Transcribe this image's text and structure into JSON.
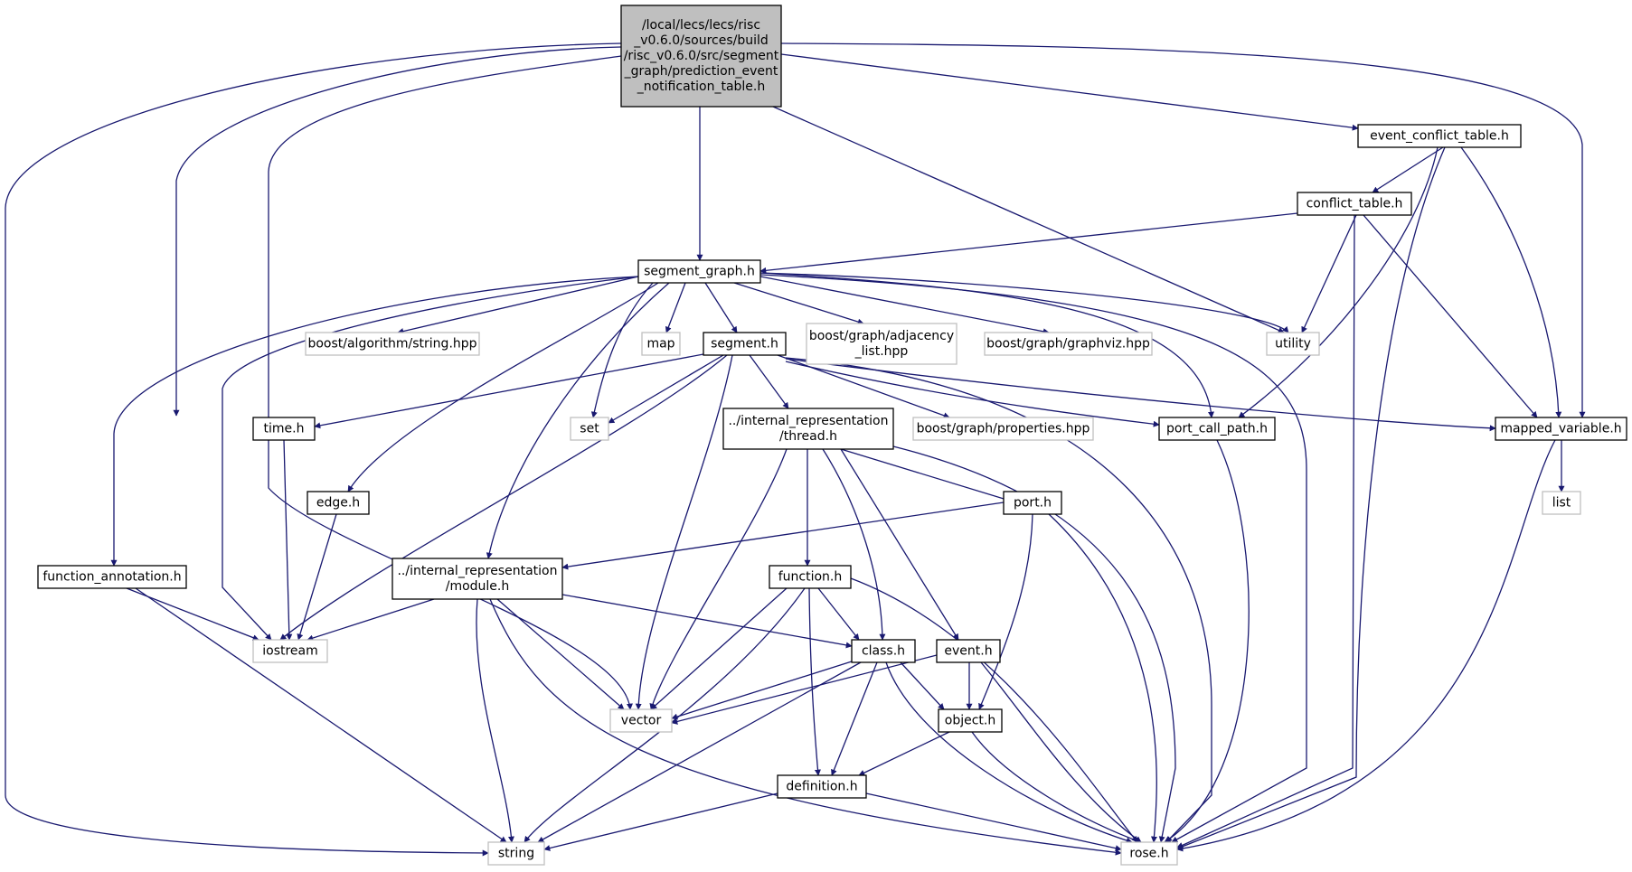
{
  "colors": {
    "edge": "#191970",
    "documented_border": "#000000",
    "external_border": "#bfbfbf",
    "root_fill": "#bfbfbf",
    "node_fill": "#ffffff"
  },
  "nodes": {
    "root": [
      "/local/lecs/lecs/risc",
      "_v0.6.0/sources/build",
      "/risc_v0.6.0/src/segment",
      "_graph/prediction_event",
      "_notification_table.h"
    ],
    "event_conflict_table": "event_conflict_table.h",
    "conflict_table": "conflict_table.h",
    "segment_graph": "segment_graph.h",
    "boost_algorithm_string": "boost/algorithm/string.hpp",
    "map": "map",
    "segment": "segment.h",
    "boost_graph_adjacency_list": [
      "boost/graph/adjacency",
      "_list.hpp"
    ],
    "boost_graph_graphviz": "boost/graph/graphviz.hpp",
    "utility": "utility",
    "time": "time.h",
    "set": "set",
    "thread": [
      "../internal_representation",
      "/thread.h"
    ],
    "boost_graph_properties": "boost/graph/properties.hpp",
    "port_call_path": "port_call_path.h",
    "mapped_variable": "mapped_variable.h",
    "list": "list",
    "edge": "edge.h",
    "port": "port.h",
    "function_annotation": "function_annotation.h",
    "module": [
      "../internal_representation",
      "/module.h"
    ],
    "function": "function.h",
    "iostream": "iostream",
    "class": "class.h",
    "event": "event.h",
    "vector": "vector",
    "object": "object.h",
    "definition": "definition.h",
    "string": "string",
    "rose": "rose.h"
  }
}
